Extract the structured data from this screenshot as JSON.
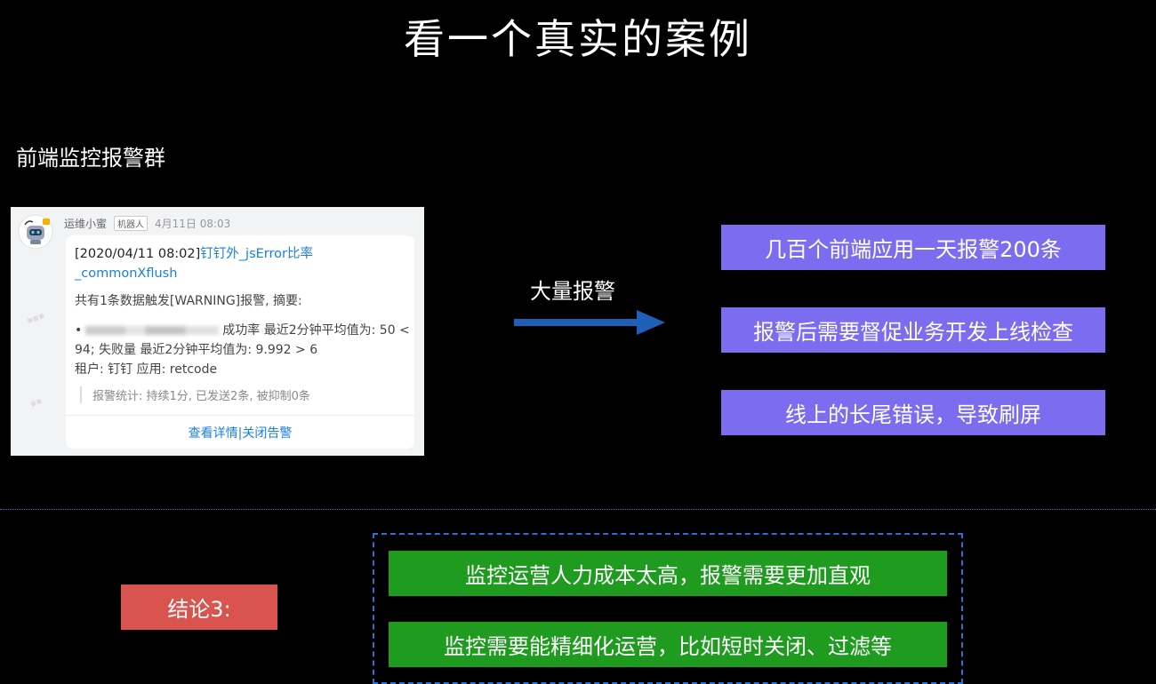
{
  "title": "看一个真实的案例",
  "section_label": "前端监控报警群",
  "chat": {
    "sender": "运维小蜜",
    "tag": "机器人",
    "time": "4月11日 08:03",
    "msg_prefix": "[2020/04/11 08:02]",
    "msg_link": "钉钉外_jsError比率_commonXflush",
    "summary": "共有1条数据触发[WARNING]报警, 摘要:",
    "metric_tail": "成功率 最近2分钟平均值为: 50 < 94; 失败量 最近2分钟平均值为: 9.992 > 6",
    "tenant": "租户: 钉钉 应用: retcode",
    "stats": "报警统计: 持续1分, 已发送2条, 被抑制0条",
    "actions": "查看详情|关闭告警"
  },
  "arrow_label": "大量报警",
  "issues": [
    "几百个前端应用一天报警200条",
    "报警后需要督促业务开发上线检查",
    "线上的长尾错误，导致刷屏"
  ],
  "conclusion_label": "结论3:",
  "conclusions": [
    "监控运营人力成本太高，报警需要更加直观",
    "监控需要能精细化运营，比如短时关闭、过滤等"
  ],
  "colors": {
    "issue_box": "#7c6cf0",
    "conclusion_label_box": "#d9534f",
    "conclusion_box": "#1f9b1f",
    "arrow": "#1f5fb8",
    "link": "#1a7fe0"
  }
}
